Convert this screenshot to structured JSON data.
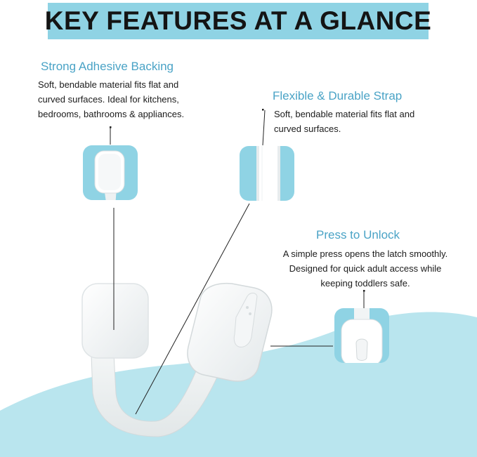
{
  "title": "KEY FEATURES AT A GLANCE",
  "features": {
    "adhesive": {
      "heading": "Strong Adhesive Backing",
      "description": "Soft, bendable material fits flat and curved surfaces. Ideal for kitchens, bedrooms, bathrooms & appliances."
    },
    "strap": {
      "heading": "Flexible & Durable Strap",
      "description": "Soft, bendable material fits flat and curved surfaces."
    },
    "press": {
      "heading": "Press to Unlock",
      "description": "A simple press opens the latch smoothly. Designed for quick adult access while keeping toddlers safe."
    }
  },
  "icons": {
    "adhesive": "adhesive-pad-closeup-icon",
    "strap": "strap-closeup-icon",
    "press": "latch-button-closeup-icon"
  },
  "colors": {
    "accent": "#8fd3e4",
    "heading": "#4aa3c6",
    "wave": "#b9e5ee",
    "text": "#1b1b1b"
  }
}
